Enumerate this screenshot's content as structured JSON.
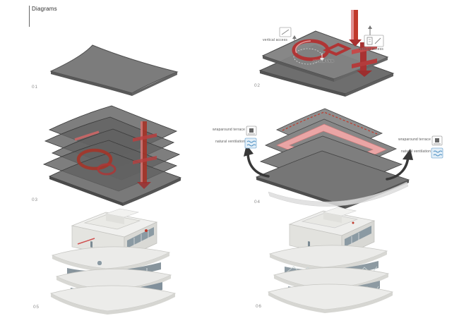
{
  "page": {
    "title": "Diagrams"
  },
  "colors": {
    "slab_gray": "#7a7a7a",
    "accent_red": "#c0392b",
    "terrace_pink": "#f3a8a8",
    "glazing_blue": "#87949c",
    "arrow_dark": "#383838",
    "label_gray": "#5a5a5a"
  },
  "icons": {
    "diagram02_left": "ramp-icon",
    "diagram02_right": "elevator-icon",
    "diagram04_terrace": "terrace-icon",
    "diagram04_ventilation": "ventilation-icon"
  },
  "diagrams": [
    {
      "number": "01"
    },
    {
      "number": "02",
      "labels": {
        "left": "vertical access",
        "center": "vertical view",
        "right": "vertical access"
      }
    },
    {
      "number": "03"
    },
    {
      "number": "04",
      "labels": {
        "left": [
          "wraparound terrace",
          "natural ventilation"
        ],
        "right": [
          "wraparound terrace",
          "natural ventilation"
        ]
      }
    },
    {
      "number": "05"
    },
    {
      "number": "06"
    }
  ]
}
